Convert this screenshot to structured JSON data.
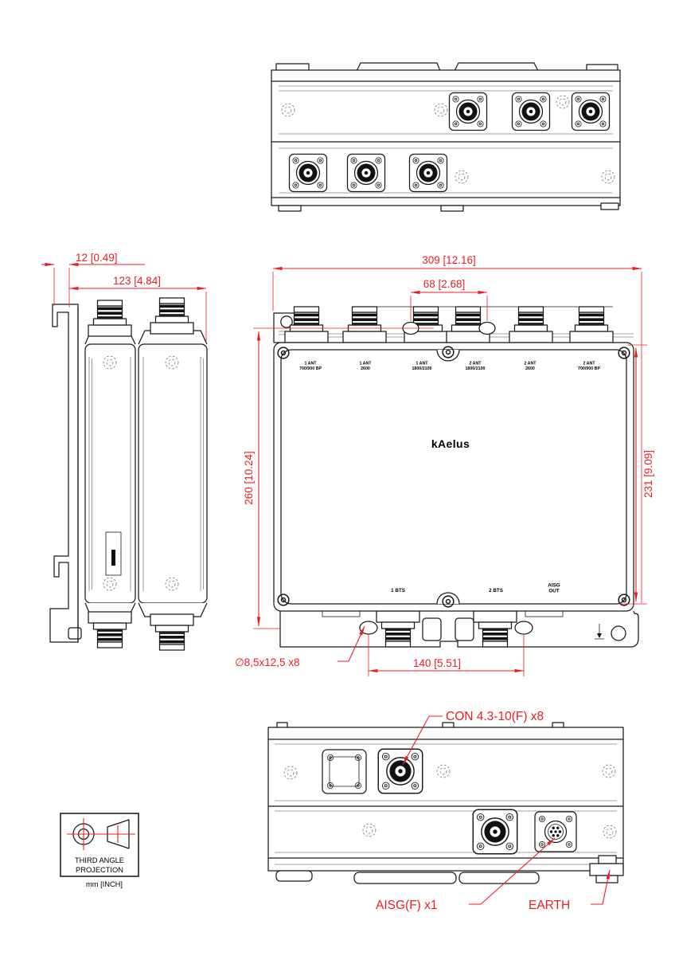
{
  "drawing_type": "mechanical-outline-drawing",
  "brand": {
    "logo": "kAelus"
  },
  "colors": {
    "dimension_red": "#ed1c24",
    "line_black": "#1a1a1a"
  },
  "dimensions": {
    "bracket_offset": "12 [0.49]",
    "depth": "123 [4.84]",
    "overall_width": "309 [12.16]",
    "top_slot_pitch": "68 [2.68]",
    "mounting_height": "260 [10.24]",
    "body_height": "231 [9.09]",
    "bts_port_pitch": "140 [5.51]",
    "mounting_slot": "∅8,5x12,5 x8"
  },
  "callouts": {
    "rf_connectors": "CON 4.3-10(F) x8",
    "aisg_connector": "AISG(F) x1",
    "earth_point": "EARTH"
  },
  "front_view": {
    "ports": [
      {
        "line1": "1 ANT",
        "line2": "700/900 BP"
      },
      {
        "line1": "1 ANT",
        "line2": "2600"
      },
      {
        "line1": "1 ANT",
        "line2": "1800/2100"
      },
      {
        "line1": "2 ANT",
        "line2": "1800/2100"
      },
      {
        "line1": "2 ANT",
        "line2": "2600"
      },
      {
        "line1": "2 ANT",
        "line2": "700/900 BP"
      }
    ],
    "bts1": "1 BTS",
    "bts2": "2 BTS",
    "aisg_out_line1": "AISG",
    "aisg_out_line2": "OUT"
  },
  "projection_symbol": {
    "line1": "THIRD ANGLE",
    "line2": "PROJECTION",
    "units": "mm [INCH]"
  }
}
